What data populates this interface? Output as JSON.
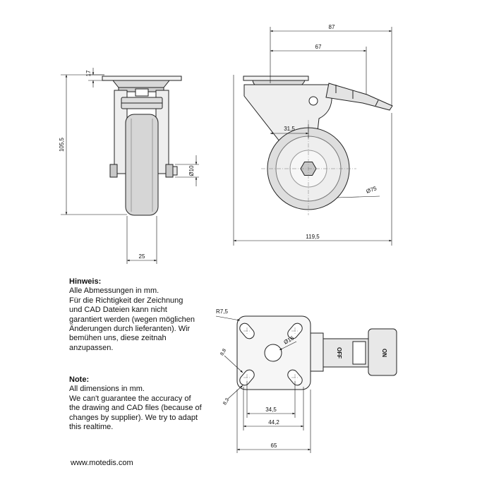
{
  "dimensions": {
    "top_overall_width": "87",
    "top_offset": "67",
    "plate_thickness": "17",
    "overall_height": "105,5",
    "axle_diameter": "Ø10",
    "wheel_width": "25",
    "axle_offset": "31,5",
    "wheel_diameter": "Ø75",
    "overall_length": "119,5",
    "corner_radius": "R7,5",
    "center_hole": "Ø16",
    "slot_width": "8,8",
    "slot_offset": "8,2",
    "hole_spacing_a": "34,5",
    "hole_spacing_b": "44,2",
    "plate_width": "65"
  },
  "brake_labels": {
    "off": "OFF",
    "on": "ON"
  },
  "notes": {
    "german_heading": "Hinweis:",
    "german_lines": [
      "Alle Abmessungen in mm.",
      "Für die Richtigkeit der Zeichnung",
      "und CAD Dateien kann nicht",
      "garantiert werden (wegen möglichen",
      "Änderungen durch lieferanten). Wir",
      "bemühen uns, diese zeitnah",
      "anzupassen."
    ],
    "english_heading": "Note:",
    "english_lines": [
      "All dimensions in mm.",
      "We can't guarantee the accuracy of",
      "the drawing and CAD files (because of",
      "changes by supplier). We try to adapt",
      "this realtime."
    ]
  },
  "website": "www.motedis.com"
}
